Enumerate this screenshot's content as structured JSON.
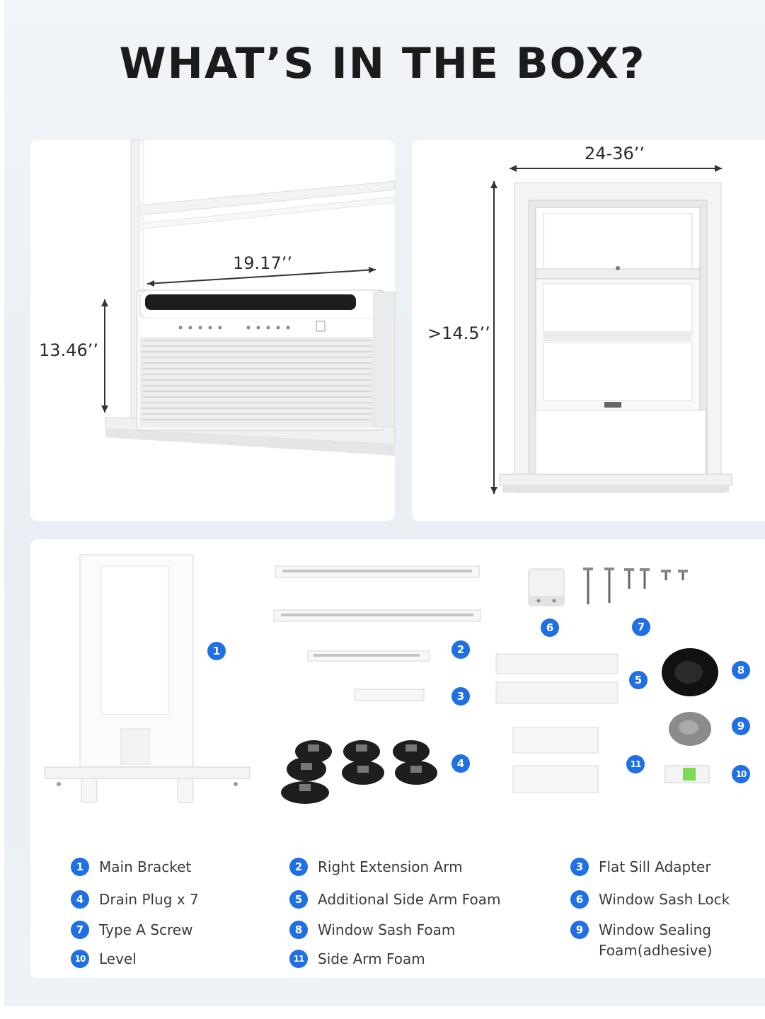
{
  "title": "WHAT’S IN THE BOX?",
  "dimensions": {
    "unit_width": "19.17’’",
    "unit_height": "13.46’’",
    "window_width": "24-36’’",
    "window_height": ">14.5’’"
  },
  "parts": [
    {
      "num": "1",
      "label": "Main Bracket"
    },
    {
      "num": "2",
      "label": "Right Extension Arm"
    },
    {
      "num": "3",
      "label": "Flat Sill Adapter"
    },
    {
      "num": "4",
      "label": "Drain Plug x 7"
    },
    {
      "num": "5",
      "label": "Additional Side Arm Foam"
    },
    {
      "num": "6",
      "label": "Window Sash Lock"
    },
    {
      "num": "7",
      "label": "Type A Screw"
    },
    {
      "num": "8",
      "label": "Window Sash Foam"
    },
    {
      "num": "9",
      "label": "Window Sealing Foam(adhesive)"
    },
    {
      "num": "10",
      "label": "Level"
    },
    {
      "num": "11",
      "label": "Side Arm Foam"
    }
  ],
  "colors": {
    "badge": "#1f6fe5",
    "title": "#1b1b1b",
    "text": "#3a3a3a"
  },
  "icons": [
    "air-conditioner-image",
    "window-image",
    "bracket-image",
    "screw-icon",
    "foam-roll-image",
    "level-image"
  ]
}
